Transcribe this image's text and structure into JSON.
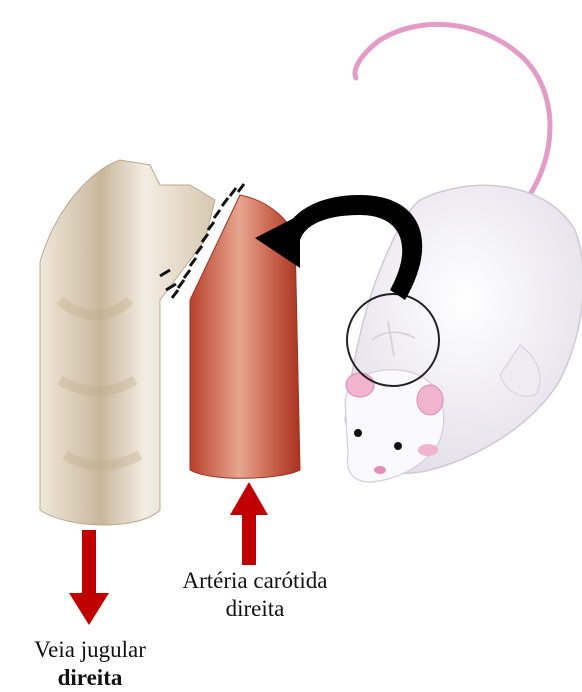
{
  "labels": {
    "carotid_line1": "Artéria carótida",
    "carotid_line2": "direita",
    "jugular_line1": "Veia jugular",
    "jugular_line2": "direita"
  },
  "colors": {
    "vein": "#d9cdb8",
    "artery": "#c8604a",
    "flow_arrow": "#c00000",
    "curved_arrow": "#000000",
    "rat_body": "#f4f2f6",
    "rat_tail": "#e39bc7"
  },
  "icons": [
    "rat-illustration",
    "curved-arrow",
    "magnifier-circle",
    "flow-arrow-down",
    "flow-arrow-up"
  ]
}
